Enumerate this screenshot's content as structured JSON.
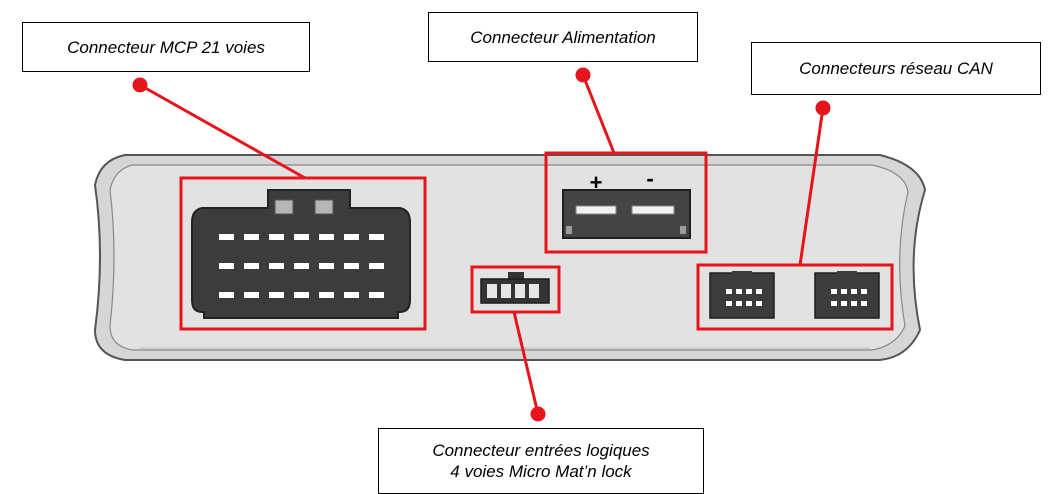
{
  "labels": {
    "mcp": "Connecteur MCP 21 voies",
    "power": "Connecteur Alimentation",
    "can": "Connecteurs réseau CAN",
    "logic_line1": "Connecteur entrées logiques",
    "logic_line2": "4 voies Micro Mat’n lock"
  },
  "power_symbols": {
    "plus": "+",
    "minus": "-"
  },
  "colors": {
    "highlight": "#e8141c",
    "body_fill": "#d9d9d9",
    "connector_fill": "#3a3a3a",
    "pin": "#ffffff"
  },
  "mcp_connector": {
    "rows": 3,
    "pins_per_row": 7
  },
  "logic_connector": {
    "pins": 4
  },
  "can_connector": {
    "count": 2,
    "rows": 2,
    "pins_per_row": 4
  }
}
